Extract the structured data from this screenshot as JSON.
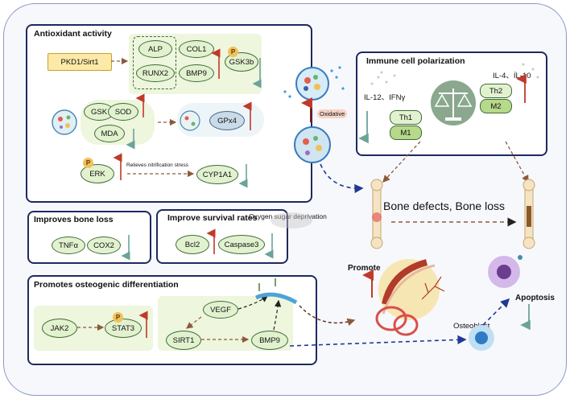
{
  "panels": {
    "antioxidant": {
      "title": "Antioxidant activity",
      "pkd1_sirt1": "PKD1/Sirt1",
      "alp": "ALP",
      "runx2": "RUNX2",
      "col1": "COL1",
      "bmp9": "BMP9",
      "gsk3b": "GSK3b",
      "gsk": "GSK",
      "sod": "SOD",
      "mda": "MDA",
      "gpx4": "GPx4",
      "erk": "ERK",
      "relieves": "Relieves nitrification stress",
      "cyp1a1": "CYP1A1",
      "p_marker": "P"
    },
    "immune": {
      "title": "Immune cell polarization",
      "il12": "IL-12、IFNγ",
      "th1": "Th1",
      "m1": "M1",
      "il4": "IL-4、IL-10",
      "th2": "Th2",
      "m2": "M2"
    },
    "bone_loss": {
      "title": "Improves bone loss",
      "tnfa": "TNFα",
      "cox2": "COX2"
    },
    "survival": {
      "title": "Improve survival rates",
      "bcl2": "Bcl2",
      "caspase3": "Caspase3"
    },
    "osteogenic": {
      "title": "Promotes osteogenic differentiation",
      "jak2": "JAK2",
      "stat3": "STAT3",
      "p_marker": "P",
      "vegf": "VEGF",
      "sirt1": "SIRT1",
      "bmp9": "BMP9"
    }
  },
  "labels": {
    "oxidative": "Oxidative",
    "oxygen_sugar": "Oxygen sugar deprivation",
    "bone_defects": "Bone defects, Bone loss",
    "promote": "Promote",
    "apoptosis": "Apoptosis",
    "osteoblast": "Osteoblast"
  },
  "colors": {
    "panel_border": "#1e2a5e",
    "up_arrow": "#c0392b",
    "down_arrow": "#6aa39a",
    "node_fill": "#e2f2cf",
    "node_border": "#3f6a3a",
    "dashed_arrow": "#8b5a3c",
    "blue_arrow": "#1f3a93"
  }
}
